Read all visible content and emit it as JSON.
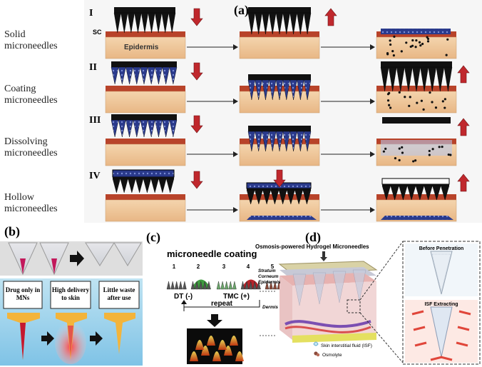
{
  "panel_a": {
    "label": "(a)",
    "rows": [
      {
        "numeral": "I",
        "title_line1": "Solid",
        "title_line2": "microneedles"
      },
      {
        "numeral": "II",
        "title_line1": "Coating",
        "title_line2": "microneedles"
      },
      {
        "numeral": "III",
        "title_line1": "Dissolving",
        "title_line2": "microneedles"
      },
      {
        "numeral": "IV",
        "title_line1": "Hollow",
        "title_line2": "microneedles"
      }
    ],
    "sc_label": "SC",
    "epidermis_label": "Epidermis"
  },
  "panel_b": {
    "label": "(b)",
    "boxes": [
      "Drug only in MNs",
      "High delivery to skin",
      "Little waste after use"
    ]
  },
  "panel_c": {
    "label": "(c)",
    "title": "microneedle coating",
    "steps": [
      "1",
      "2",
      "3",
      "4",
      "5"
    ],
    "dt_label": "DT (-)",
    "tmc_label": "TMC (+)",
    "repeat_label": "repeat"
  },
  "panel_d": {
    "label": "(d)",
    "title": "Osmosis-powered Hydrogel Microneedles",
    "layer_labels": [
      "Stratum",
      "Corneum",
      "Epidermis",
      "Dermis"
    ],
    "before_label": "Before Penetration",
    "isf_label": "ISF Extracting",
    "legend_isf": "Skin interstitial fluid (ISF)",
    "legend_osmolyte": "Osmolyte"
  },
  "colors": {
    "arrow_red": "#c0282d",
    "skin_sc": "#b8432a",
    "skin_epidermis": "#efc79a",
    "needle_black": "#111111",
    "drug_blue": "#2a3a8c",
    "dt_green": "#3f9b3f",
    "tmc_red": "#b5242a"
  }
}
